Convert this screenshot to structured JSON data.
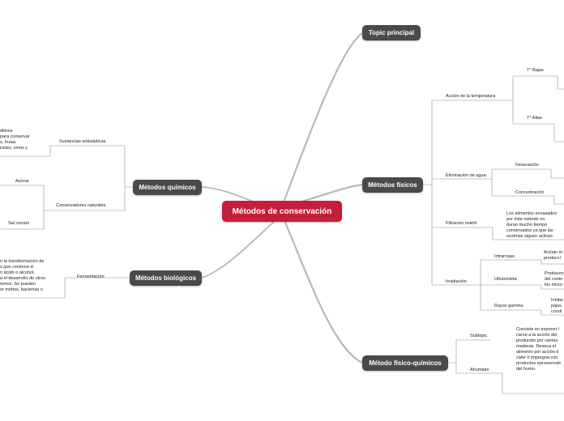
{
  "central": "Métodos de conservación",
  "topics": {
    "principal": "Topic principal",
    "quimicos": "Métodos químicos",
    "biologicos": "Métodos biológicos",
    "fisicos": "Métodos físicos",
    "fisico_quimicos": "Método físico-químicos"
  },
  "quimicos": {
    "sustancias": "Sustancias antisépticas",
    "sustancias_text": "ditivos\npara conservar\ns, frutas\nickles, vinos y",
    "conservadores": "Conservadores naturales",
    "azucar": "Azúcar",
    "sal": "Sal común"
  },
  "biologicos": {
    "fermentacion": "Fermentación",
    "fermentacion_text": "n la transformación de\ns que contiene el\nn ácido o alcohol,\na el desarrollo de otros\nismos. Se pueden\nor mohos, bacterias o"
  },
  "fisicos": {
    "temperatura": "Acción de la temperatura",
    "t_bajas": "T° Bajas",
    "t_altas": "T° Altas",
    "eliminacion": "Eliminación de agua",
    "desecacion": "Desecación",
    "concentracion": "Concentración",
    "filtracion": "Filtración estéril",
    "filtracion_text": "Los alimentos envasados\npor éste método no\nduran mucho tiempo\nconservados ya que las\nenzimas siguen activas.",
    "irradiacion": "Irradiación",
    "infrarrojas": "Infrarrojas",
    "infrarrojas_text": "Actúan m\nproducci",
    "ultravioleta": "Ultravioleta",
    "ultravioleta_text": "Producen\ndel conte\nlos micro",
    "gamma": "Rayos gamma",
    "gamma_text": "Inhibe\npapa,\ncondi"
  },
  "fisico_quimicos": {
    "subtopic": "Subtopic",
    "ahumado": "Ahumado",
    "ahumado_text": "Consiste en exponer l\ncarne a la acción del\nproducido por ciertas\nmaderas. Deseca el\nalimento por acción d\ncalor e impregna con\nproductos eprreservati\ndel humo."
  },
  "colors": {
    "central": "#c41e3a",
    "topic": "#4a4a4a",
    "branch_line": "#b5b5b5",
    "sub_line": "#8a8a8a"
  }
}
